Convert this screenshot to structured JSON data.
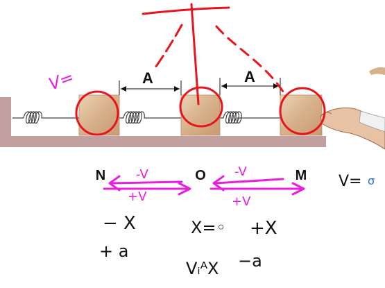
{
  "labels": {
    "amplitude_left": "A",
    "amplitude_right": "A",
    "point_n": "N",
    "point_o": "O",
    "point_m": "M"
  },
  "annotations": {
    "arrow_left_top_left": "-V",
    "arrow_left_top_right": "-V",
    "arrow_right_bottom_left": "+V",
    "arrow_right_bottom_right": "+V",
    "pos_left": "− X",
    "acc_left": "+ a",
    "pos_center": "X=◦",
    "pos_right": "+X",
    "acc_right": "−a",
    "vmax": "VᵢᴬX",
    "v_right_prefix": "V=",
    "v_right_value": "σ",
    "v_small": "V="
  },
  "colors": {
    "annotation_red": "#e8141b",
    "annotation_magenta": "#e91fe0",
    "rail": "#c3a0a0",
    "block": "#d9b48c"
  }
}
